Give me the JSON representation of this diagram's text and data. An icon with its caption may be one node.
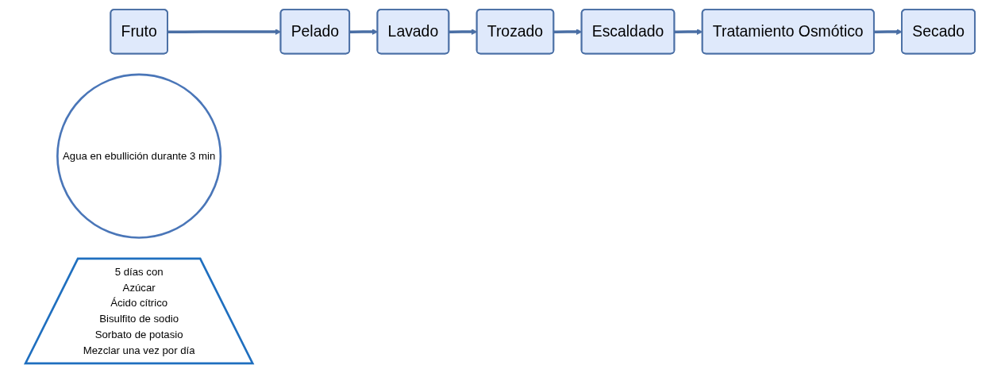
{
  "diagram": {
    "nodes": [
      {
        "text": [
          "Fruto"
        ]
      },
      {
        "text": [
          "Pelado"
        ]
      },
      {
        "text": [
          "Lavado"
        ]
      },
      {
        "text": [
          "Trozado"
        ]
      },
      {
        "text": [
          "Escaldado"
        ]
      },
      {
        "text": [
          "Tratamiento Osmótico"
        ]
      },
      {
        "text": [
          "Secado"
        ]
      },
      {
        "text": [
          "Agua en ebullición durante 3 min"
        ]
      },
      {
        "text": [
          "5 días con",
          "Azúcar",
          "Ácido cítrico",
          "Bisulfito de sodio",
          "Sorbato de potasio",
          "Mezclar una vez por día"
        ]
      }
    ],
    "edges": [
      {
        "from": 0,
        "to": 1,
        "arrow": "to"
      },
      {
        "from": 1,
        "to": 2,
        "arrow": "to"
      },
      {
        "from": 2,
        "to": 3,
        "arrow": "to"
      },
      {
        "from": 3,
        "to": 4,
        "arrow": "to"
      },
      {
        "from": 4,
        "to": 5,
        "arrow": "to"
      },
      {
        "from": 5,
        "to": 6,
        "arrow": "to"
      }
    ]
  }
}
